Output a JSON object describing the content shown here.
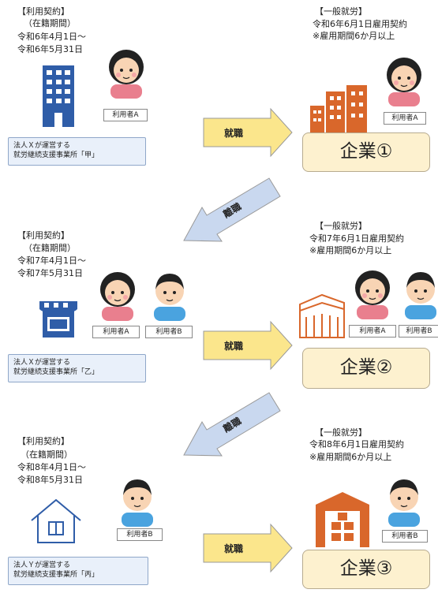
{
  "top_left": {
    "title": "【利用契約】",
    "period_label": "（在籍期間）",
    "start": "令和6年4月1日～",
    "end": "令和6年5月31日",
    "user_badge": "利用者A",
    "office": [
      "法人Ｘが運営する",
      "就労継続支援事業所「甲」"
    ]
  },
  "top_right": {
    "title": "【一般就労】",
    "date": "令和6年6月1日雇用契約",
    "note": "※雇用期間6か月以上",
    "user_badge": "利用者A",
    "company": "企業①"
  },
  "mid_left": {
    "title": "【利用契約】",
    "period_label": "（在籍期間）",
    "start": "令和7年4月1日～",
    "end": "令和7年5月31日",
    "user_badge_a": "利用者A",
    "user_badge_b": "利用者B",
    "office": [
      "法人Ｘが運営する",
      "就労継続支援事業所「乙」"
    ]
  },
  "mid_right": {
    "title": "【一般就労】",
    "date": "令和7年6月1日雇用契約",
    "note": "※雇用期間6か月以上",
    "user_badge_a": "利用者A",
    "user_badge_b": "利用者B",
    "company": "企業②"
  },
  "bottom_left": {
    "title": "【利用契約】",
    "period_label": "（在籍期間）",
    "start": "令和8年4月1日～",
    "end": "令和8年5月31日",
    "user_badge": "利用者B",
    "office": [
      "法人Ｙが運営する",
      "就労継続支援事業所「丙」"
    ]
  },
  "bottom_right": {
    "title": "【一般就労】",
    "date": "令和8年6月1日雇用契約",
    "note": "※雇用期間6か月以上",
    "user_badge": "利用者B",
    "company": "企業③"
  },
  "arrows": {
    "employ_1": "就職",
    "leave_1": "離職",
    "employ_2": "就職",
    "leave_2": "離職",
    "employ_3": "就職"
  },
  "colors": {
    "arrow_employ": "#fbe68c",
    "arrow_leave": "#c9d8ef",
    "company_bg": "#fdf1cf",
    "office_box": "#e9f0fa"
  }
}
